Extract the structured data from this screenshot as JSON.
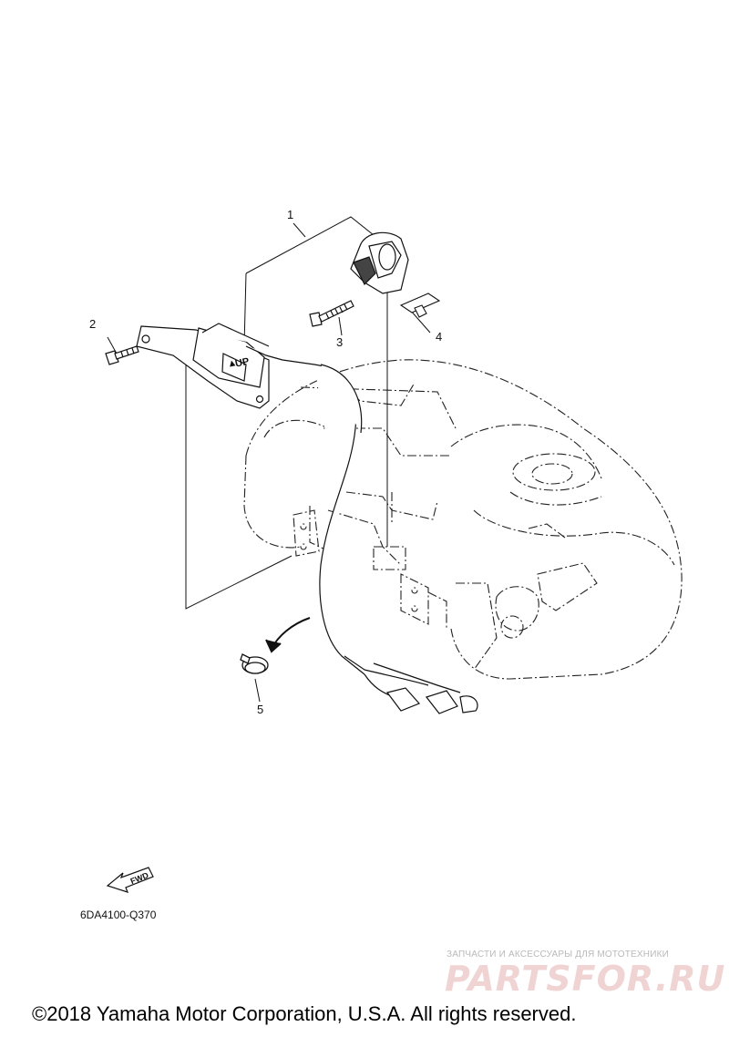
{
  "callouts": [
    {
      "id": "1",
      "text": "1"
    },
    {
      "id": "2",
      "text": "2"
    },
    {
      "id": "3",
      "text": "3"
    },
    {
      "id": "4",
      "text": "4"
    },
    {
      "id": "5",
      "text": "5"
    }
  ],
  "part_marking": "UP",
  "fwd_arrow": "FWD",
  "diagram_code": "6DA4100-Q370",
  "watermark": {
    "tagline": "ЗАПЧАСТИ И АКСЕССУАРЫ ДЛЯ МОТОТЕХНИКИ",
    "logo": "PARTSFOR.RU"
  },
  "copyright": "©2018 Yamaha Motor Corporation, U.S.A. All rights reserved."
}
